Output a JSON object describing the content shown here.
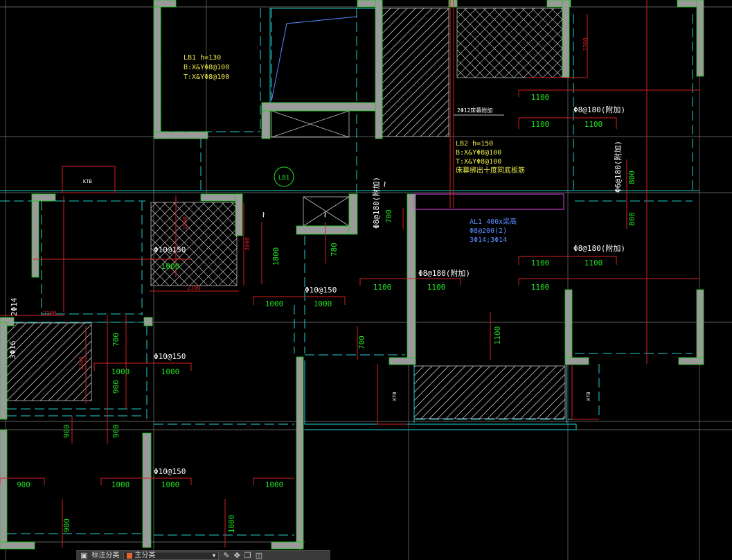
{
  "colors": {
    "background": "#000000",
    "wall_fill": "#9a9a9a",
    "wall_edge": "#10d010",
    "axis_grid": "#7a7a7a",
    "dim_line": "#d42020",
    "dashed_cyan": "#22d0d0",
    "text_green": "#22e022",
    "text_yellow": "#e6e64a",
    "text_blue": "#5a8cff",
    "text_magenta": "#e040e0",
    "text_red": "#e04040",
    "hatch": "#c0c0c0"
  },
  "labels": {
    "lb1_line1": "LB1 h=130",
    "lb1_line2": "B:X&YΦ8@100",
    "lb1_line3": "T:X&YΦ8@100",
    "lb2_line1": "LB2 h=150",
    "lb2_line2": "B:X&YΦ8@100",
    "lb2_line3": "T:X&YΦ8@100",
    "lb2_line4": "床幕绑出十度同底板筋",
    "note_2phi12": "2Φ12床幕附加",
    "al1_line1": "AL1 400x梁高",
    "al1_line2": "Φ8@200(2)",
    "al1_line3": "3Φ14;3Φ14",
    "lb1_tag": "LB1",
    "ktb": "KTB",
    "bar_phi8_180_fj": "Φ8@180(附加)",
    "bar_phi8_180_fj_v": "Φ8@180(附加)",
    "bar_phi6_180_fj_v": "Φ6@180(附加)",
    "bar_phi10_150": "Φ10@150",
    "bar_2phi14": "2Φ14",
    "bar_3phi16": "3Φ16",
    "squiggle": "~"
  },
  "toolbar": {
    "label": "标注分类",
    "selected": "主分类",
    "icons": [
      "view-icon",
      "pencil-icon",
      "move-icon",
      "copy-icon",
      "database-icon"
    ]
  }
}
